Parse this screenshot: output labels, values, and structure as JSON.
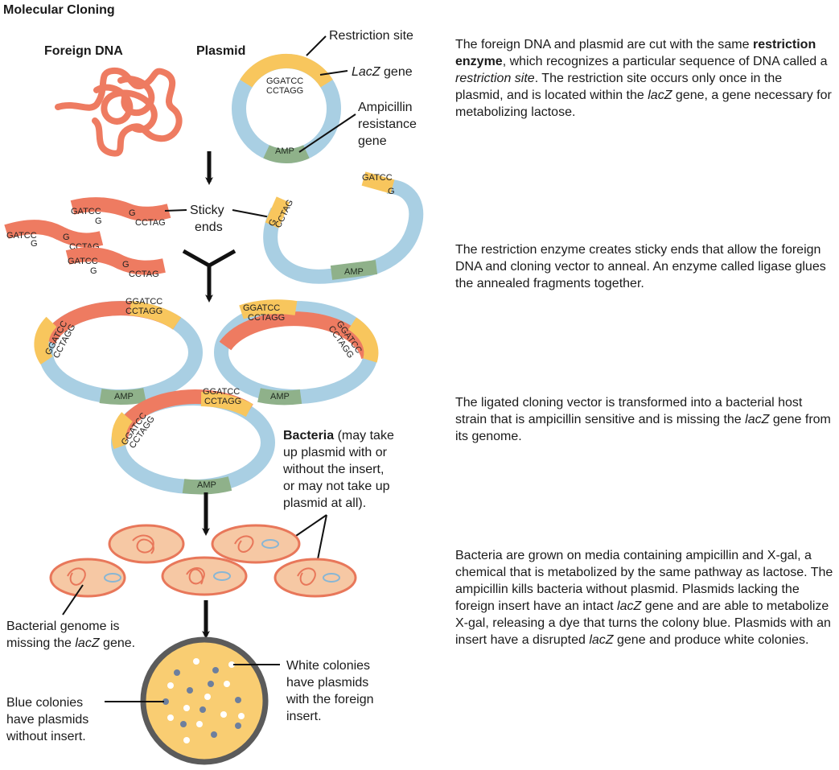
{
  "title": "Molecular Cloning",
  "labels": {
    "foreign_dna": "Foreign DNA",
    "plasmid": "Plasmid",
    "restriction_site": "Restriction site",
    "lacz_italic": "LacZ",
    "lacz_rest": " gene",
    "amp_line1": "Ampicillin",
    "amp_line2": "resistance",
    "amp_line3": "gene",
    "sticky_line1": "Sticky",
    "sticky_line2": "ends",
    "bacteria_bold": "Bacteria",
    "bacteria_line1_rest": " (may take",
    "bacteria_line2": "up plasmid with or",
    "bacteria_line3": "without the insert,",
    "bacteria_line4": "or may not take up",
    "bacteria_line5": "plasmid at all).",
    "genome_line1": "Bacterial genome is",
    "genome_line2_pre": "missing the ",
    "genome_line2_italic": "lacZ",
    "genome_line2_post": " gene.",
    "white_line1": "White colonies",
    "white_line2": "have plasmids",
    "white_line3": "with the foreign",
    "white_line4": "insert.",
    "blue_line1": "Blue colonies",
    "blue_line2": "have plasmids",
    "blue_line3": "without insert."
  },
  "sequences": {
    "top": "GGATCC",
    "bottom": "CCTAGG",
    "gatcc": "GATCC",
    "g": "G",
    "cctag": "CCTAG",
    "amp": "AMP"
  },
  "descriptions": {
    "d1": {
      "s1": "The foreign DNA and plasmid are cut with the same ",
      "b1": "restriction enzyme",
      "s2": ", which recognizes a particular sequence of DNA called a ",
      "i1": "restriction site",
      "s3": ". The restriction site occurs only once in the plasmid, and is located within the ",
      "i2": "lacZ",
      "s4": " gene, a gene necessary for metabolizing lactose."
    },
    "d2": {
      "s1": "The restriction enzyme creates sticky ends that allow the foreign DNA and cloning vector to anneal. An enzyme called ligase glues the annealed fragments together."
    },
    "d3": {
      "s1": "The ligated cloning vector is transformed into a bacterial host strain that is ampicillin sensitive and is missing the ",
      "i1": "lacZ",
      "s2": " gene from its genome."
    },
    "d4": {
      "s1": "Bacteria are grown on media containing ampicillin and X-gal, a chemical that is metabolized by the same pathway as lactose. The ampicillin kills bacteria without plasmid. Plasmids lacking the foreign insert have an intact ",
      "i1": "lacZ",
      "s2": " gene and are able to metabolize X-gal, releasing a dye that turns the colony blue. Plasmids with an insert have a disrupted ",
      "i2": "lacZ",
      "s3": " gene and produce white colonies."
    }
  },
  "colors": {
    "dna": "#ee7b61",
    "dna_dark": "#d9573d",
    "plasmid": "#a9cfe3",
    "site": "#f8c65d",
    "amp": "#8fb18a",
    "cell_fill": "#f6c8a4",
    "cell_edge": "#e8775a",
    "dish_rim": "#5b5b5b",
    "dish_fill": "#f9cd72",
    "blue_colony": "#6d7f9e",
    "white_colony": "#ffffff"
  }
}
